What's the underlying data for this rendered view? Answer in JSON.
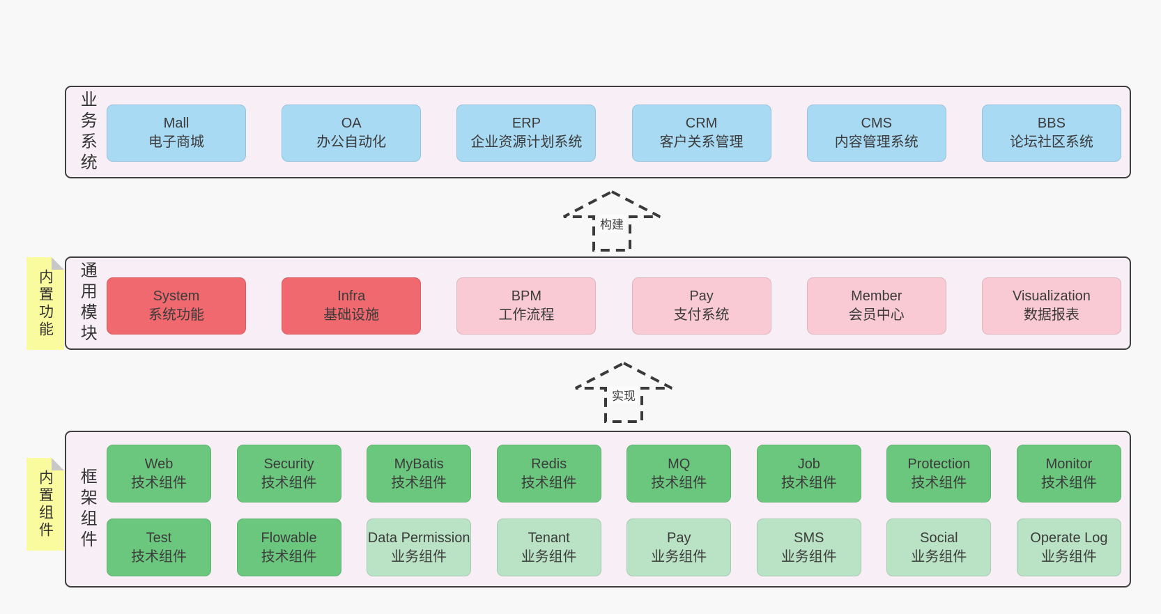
{
  "diagram": {
    "layers": [
      {
        "name": "业务系统",
        "boxes": [
          {
            "title": "Mall",
            "subtitle": "电子商城",
            "variant": "blue"
          },
          {
            "title": "OA",
            "subtitle": "办公自动化",
            "variant": "blue"
          },
          {
            "title": "ERP",
            "subtitle": "企业资源计划系统",
            "variant": "blue"
          },
          {
            "title": "CRM",
            "subtitle": "客户关系管理",
            "variant": "blue"
          },
          {
            "title": "CMS",
            "subtitle": "内容管理系统",
            "variant": "blue"
          },
          {
            "title": "BBS",
            "subtitle": "论坛社区系统",
            "variant": "blue"
          }
        ]
      },
      {
        "name": "通用模块",
        "sticky": "内置功能",
        "boxes": [
          {
            "title": "System",
            "subtitle": "系统功能",
            "variant": "red"
          },
          {
            "title": "Infra",
            "subtitle": "基础设施",
            "variant": "red"
          },
          {
            "title": "BPM",
            "subtitle": "工作流程",
            "variant": "pink"
          },
          {
            "title": "Pay",
            "subtitle": "支付系统",
            "variant": "pink"
          },
          {
            "title": "Member",
            "subtitle": "会员中心",
            "variant": "pink"
          },
          {
            "title": "Visualization",
            "subtitle": "数据报表",
            "variant": "pink"
          }
        ]
      },
      {
        "name": "框架组件",
        "sticky": "内置组件",
        "rows": [
          [
            {
              "title": "Web",
              "subtitle": "技术组件",
              "variant": "green"
            },
            {
              "title": "Security",
              "subtitle": "技术组件",
              "variant": "green"
            },
            {
              "title": "MyBatis",
              "subtitle": "技术组件",
              "variant": "green"
            },
            {
              "title": "Redis",
              "subtitle": "技术组件",
              "variant": "green"
            },
            {
              "title": "MQ",
              "subtitle": "技术组件",
              "variant": "green"
            },
            {
              "title": "Job",
              "subtitle": "技术组件",
              "variant": "green"
            },
            {
              "title": "Protection",
              "subtitle": "技术组件",
              "variant": "green"
            },
            {
              "title": "Monitor",
              "subtitle": "技术组件",
              "variant": "green"
            }
          ],
          [
            {
              "title": "Test",
              "subtitle": "技术组件",
              "variant": "green"
            },
            {
              "title": "Flowable",
              "subtitle": "技术组件",
              "variant": "green"
            },
            {
              "title": "Data Permission",
              "subtitle": "业务组件",
              "variant": "green-light"
            },
            {
              "title": "Tenant",
              "subtitle": "业务组件",
              "variant": "green-light"
            },
            {
              "title": "Pay",
              "subtitle": "业务组件",
              "variant": "green-light"
            },
            {
              "title": "SMS",
              "subtitle": "业务组件",
              "variant": "green-light"
            },
            {
              "title": "Social",
              "subtitle": "业务组件",
              "variant": "green-light"
            },
            {
              "title": "Operate Log",
              "subtitle": "业务组件",
              "variant": "green-light"
            }
          ]
        ]
      }
    ],
    "arrows": [
      {
        "label": "构建"
      },
      {
        "label": "实现"
      }
    ],
    "colors": {
      "page_bg": "#f8f8f8",
      "layer_bg": "#f8eef6",
      "layer_border": "#3f3f3f",
      "blue": "#a9daf3",
      "red": "#f0696e",
      "pink": "#f9cad3",
      "green": "#6bc77e",
      "green_light": "#bae3c5",
      "sticky_yellow": "#fafa9e",
      "sticky_fold": "#c8c8c8",
      "text": "#3b3b3b"
    }
  }
}
